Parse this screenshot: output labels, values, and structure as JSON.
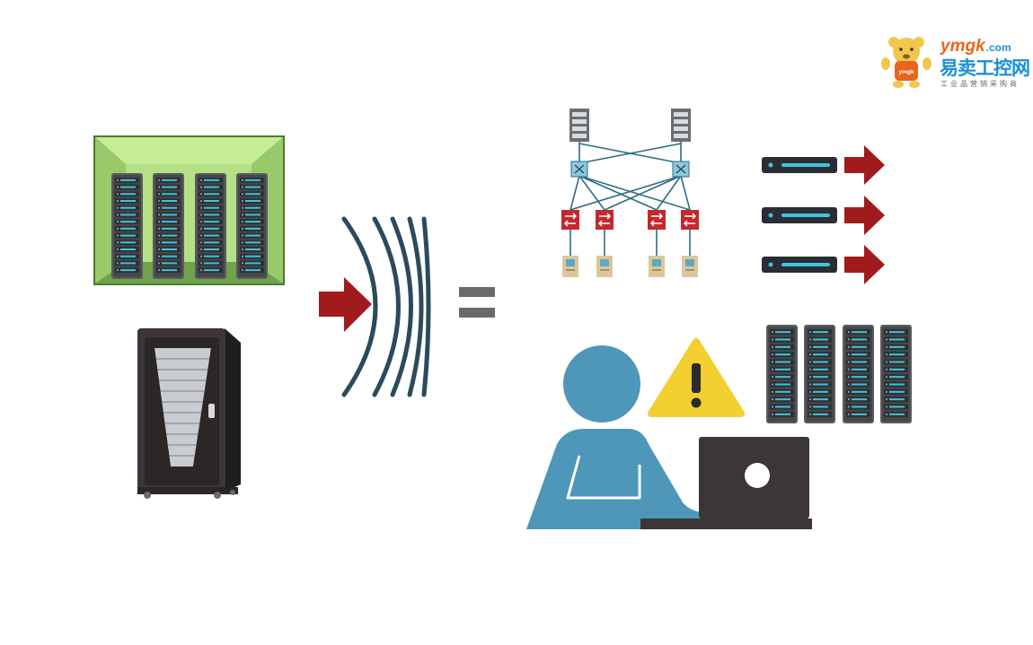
{
  "logo": {
    "brand_name": "ymgk",
    "brand_tld": ".com",
    "brand_cn": "易卖工控网",
    "tagline": "工业品营销采购商",
    "mascot_badge": "ymgk",
    "colors": {
      "orange": "#e8651b",
      "blue": "#1b8fd6",
      "bear": "#f2c64d"
    }
  },
  "diagram": {
    "left_items": [
      "data-center-rack-room-icon",
      "server-cabinet-icon"
    ],
    "connector": [
      "red-arrow-icon",
      "wave-barrier-icon",
      "equals-sign-icon"
    ],
    "right_items": [
      "network-topology-icon",
      "server-output-arrows-icon",
      "admin-at-laptop-icon",
      "warning-icon",
      "server-racks-icon"
    ],
    "colors": {
      "arrow_red": "#a01c1c",
      "wave_navy": "#2b4a5c",
      "person_blue": "#4e97b8",
      "warning_yellow": "#f3cf2f",
      "rack_gray": "#5a5c5f",
      "server_cyan": "#3ec4e0",
      "room_green": "#a9d77e"
    }
  }
}
